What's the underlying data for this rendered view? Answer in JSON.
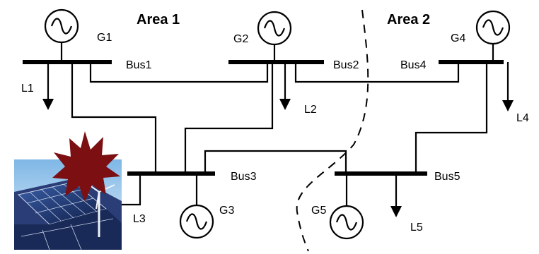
{
  "areas": {
    "area1": "Area 1",
    "area2": "Area 2"
  },
  "generators": {
    "g1": "G1",
    "g2": "G2",
    "g3": "G3",
    "g4": "G4",
    "g5": "G5"
  },
  "buses": {
    "bus1": "Bus1",
    "bus2": "Bus2",
    "bus3": "Bus3",
    "bus4": "Bus4",
    "bus5": "Bus5"
  },
  "loads": {
    "l1": "L1",
    "l2": "L2",
    "l3": "L3",
    "l4": "L4",
    "l5": "L5"
  },
  "colors": {
    "line": "#000000",
    "burst": "#7b0f12",
    "sky": "#cfe6f6",
    "panel": "#1e2f63"
  },
  "icons": {
    "generator": "ac-generator-symbol",
    "load": "load-arrow",
    "renewable": "solar-wind-image",
    "fault": "starburst"
  }
}
